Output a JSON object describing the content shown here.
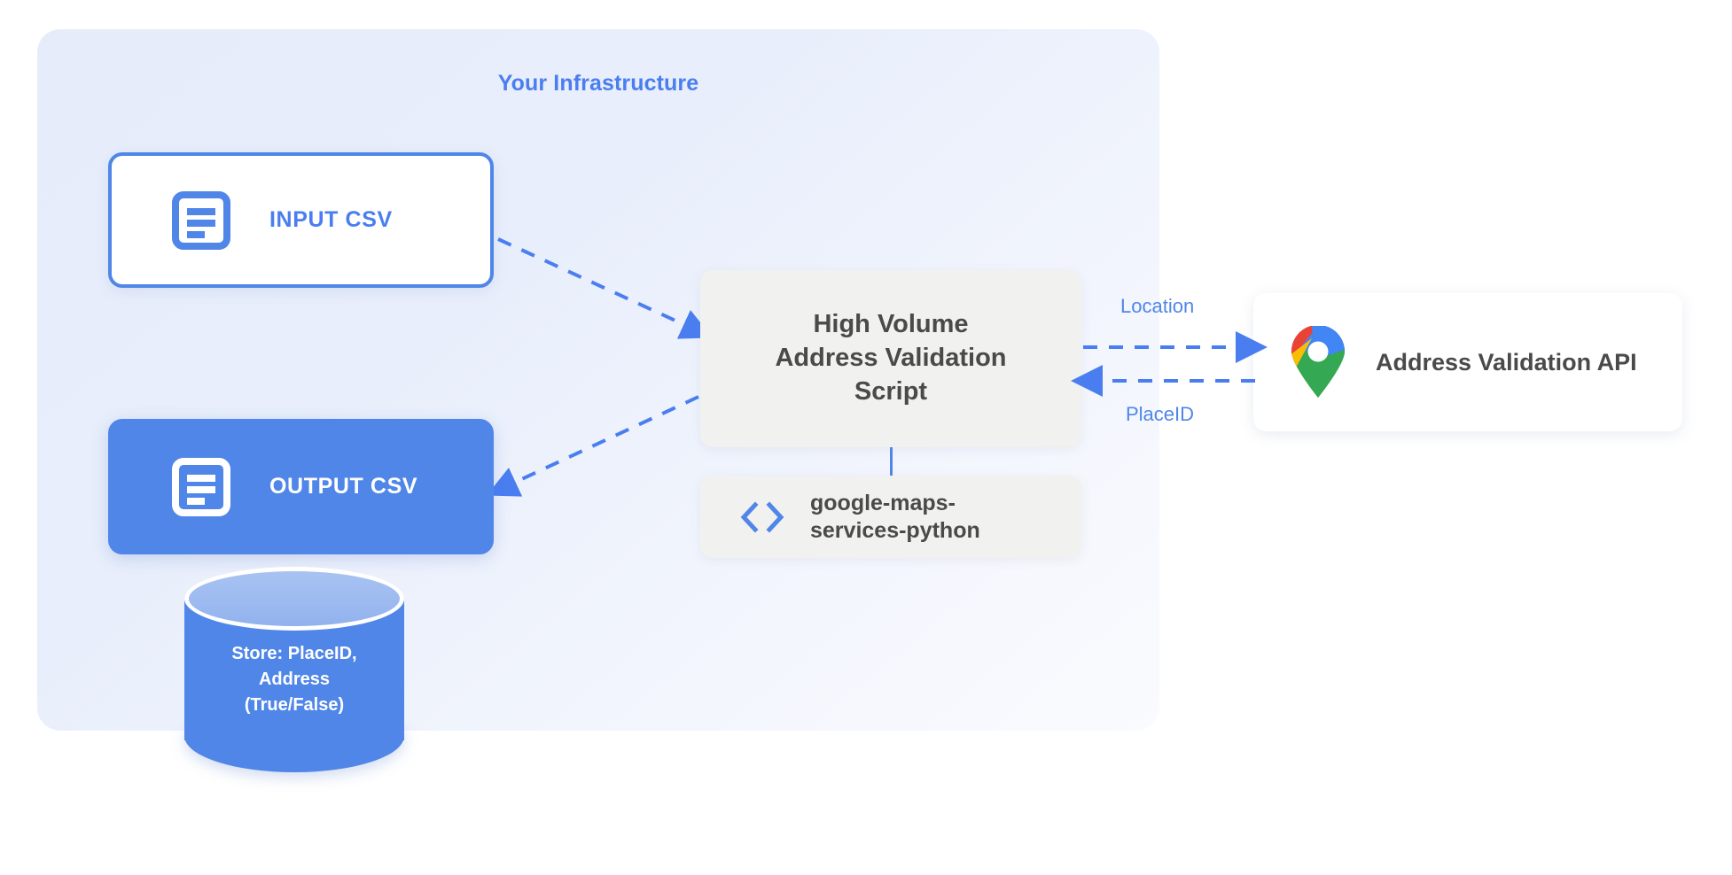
{
  "panel": {
    "title": "Your Infrastructure"
  },
  "nodes": {
    "input_csv": {
      "label": "INPUT CSV",
      "icon": "document-icon"
    },
    "output_csv": {
      "label": "OUTPUT CSV",
      "icon": "document-icon"
    },
    "script": {
      "line1": "High Volume",
      "line2": "Address Validation",
      "line3": "Script"
    },
    "library": {
      "icon": "code-brackets-icon",
      "line1": "google-maps-",
      "line2": "services-python"
    },
    "api": {
      "label": "Address Validation API",
      "icon": "google-maps-pin-icon"
    },
    "database": {
      "line1": "Store: PlaceID,",
      "line2": "Address",
      "line3": "(True/False)",
      "icon": "database-cylinder-icon"
    }
  },
  "edges": {
    "location_label": "Location",
    "placeid_label": "PlaceID"
  },
  "colors": {
    "accent_blue": "#5086e8",
    "title_blue": "#4a7ef0",
    "panel_bg": "#e8eefb",
    "box_gray": "#f1f1f0",
    "text_dark": "#4a4a4a",
    "white": "#ffffff",
    "maps_pin_blue": "#4285f4",
    "maps_pin_red": "#ea4335",
    "maps_pin_yellow": "#fbbc04",
    "maps_pin_green": "#34a853"
  }
}
